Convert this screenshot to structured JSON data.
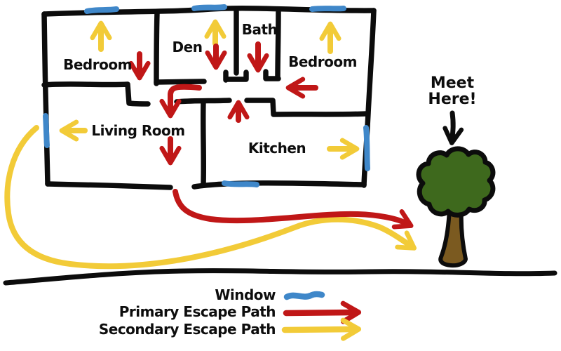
{
  "diagram": {
    "rooms": [
      {
        "id": "bedroom-left",
        "label": "Bedroom"
      },
      {
        "id": "den",
        "label": "Den"
      },
      {
        "id": "bath",
        "label": "Bath"
      },
      {
        "id": "bedroom-right",
        "label": "Bedroom"
      },
      {
        "id": "living-room",
        "label": "Living Room"
      },
      {
        "id": "kitchen",
        "label": "Kitchen"
      }
    ],
    "meeting_point": {
      "line1": "Meet",
      "line2": "Here!"
    },
    "legend": [
      {
        "label": "Window",
        "symbol": "window-squiggle"
      },
      {
        "label": "Primary Escape Path",
        "symbol": "red-arrow"
      },
      {
        "label": "Secondary Escape Path",
        "symbol": "yellow-arrow"
      }
    ],
    "colors": {
      "ink": "#0c0c0c",
      "window_blue": "#3f87c9",
      "primary_red": "#c01717",
      "secondary_yellow": "#f2cb38",
      "tree_green": "#3e691d",
      "trunk_brown": "#7b5a20"
    }
  }
}
